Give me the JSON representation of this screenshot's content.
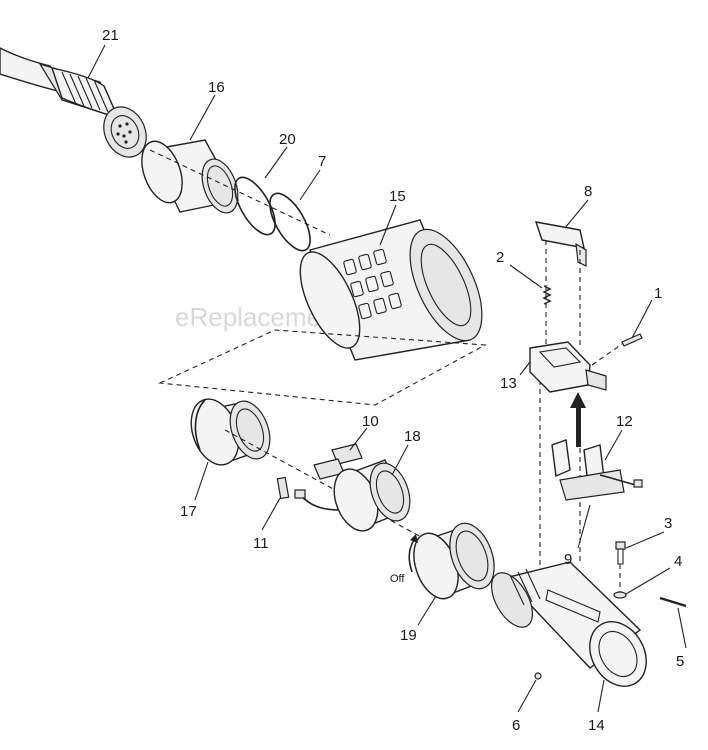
{
  "watermark": "eReplacementParts.com",
  "labels": {
    "p1": "1",
    "p2": "2",
    "p3": "3",
    "p4": "4",
    "p5": "5",
    "p6": "6",
    "p7": "7",
    "p8": "8",
    "p9": "9",
    "p10": "10",
    "p11": "11",
    "p12": "12",
    "p13": "13",
    "p14": "14",
    "p15": "15",
    "p16": "16",
    "p17": "17",
    "p18": "18",
    "p19": "19",
    "p20": "20",
    "p21": "21"
  },
  "switch_text": "Off"
}
